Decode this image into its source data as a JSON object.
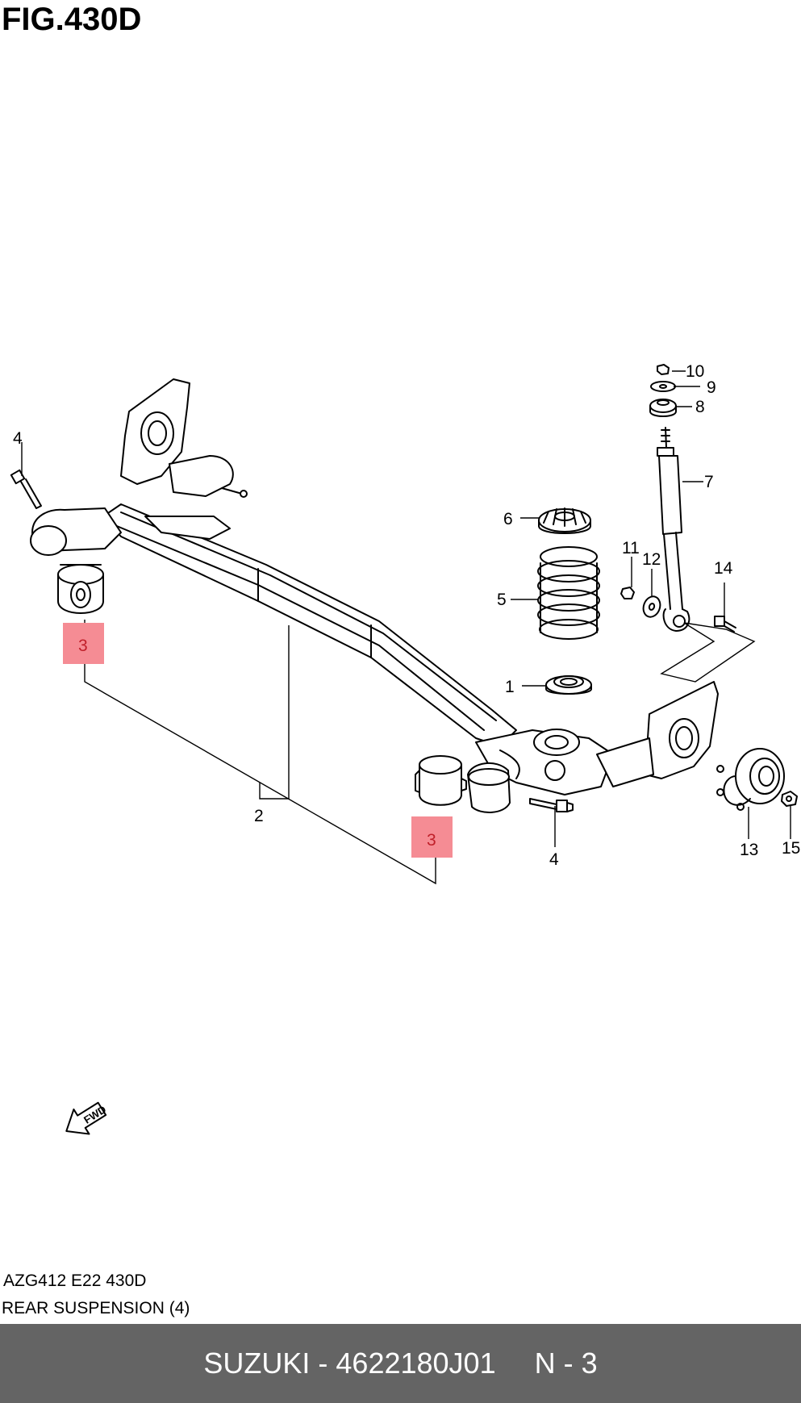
{
  "figure": {
    "title": "FIG.430D"
  },
  "callouts": [
    {
      "id": "c1",
      "label": "1",
      "highlighted": false
    },
    {
      "id": "c2",
      "label": "2",
      "highlighted": false
    },
    {
      "id": "c3a",
      "label": "3",
      "highlighted": true
    },
    {
      "id": "c3b",
      "label": "3",
      "highlighted": true
    },
    {
      "id": "c4a",
      "label": "4",
      "highlighted": false
    },
    {
      "id": "c4b",
      "label": "4",
      "highlighted": false
    },
    {
      "id": "c5",
      "label": "5",
      "highlighted": false
    },
    {
      "id": "c6",
      "label": "6",
      "highlighted": false
    },
    {
      "id": "c7",
      "label": "7",
      "highlighted": false
    },
    {
      "id": "c8",
      "label": "8",
      "highlighted": false
    },
    {
      "id": "c9",
      "label": "9",
      "highlighted": false
    },
    {
      "id": "c10",
      "label": "10",
      "highlighted": false
    },
    {
      "id": "c11",
      "label": "11",
      "highlighted": false
    },
    {
      "id": "c12",
      "label": "12",
      "highlighted": false
    },
    {
      "id": "c13",
      "label": "13",
      "highlighted": false
    },
    {
      "id": "c14",
      "label": "14",
      "highlighted": false
    },
    {
      "id": "c15",
      "label": "15",
      "highlighted": false
    }
  ],
  "fwd_marker": "FWD",
  "footer": {
    "code": "AZG412 E22 430D",
    "description": "REAR SUSPENSION (4)"
  },
  "bottom_bar": {
    "part_text": "SUZUKI - 4622180J01",
    "page_text": "N - 3"
  },
  "colors": {
    "highlight_fill": "#f58c94",
    "highlight_text": "#c0202a",
    "bar_background": "#646464",
    "bar_text": "#ffffff"
  }
}
